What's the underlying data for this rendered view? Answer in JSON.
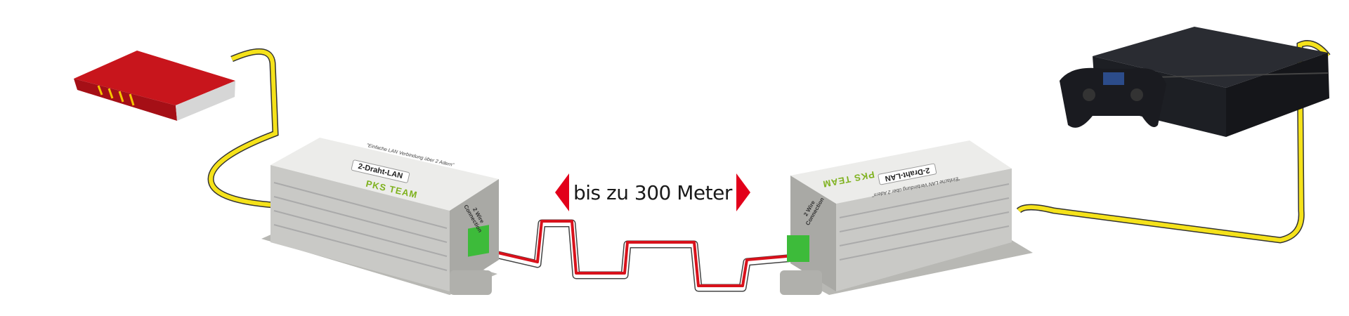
{
  "distance_label": "bis zu 300 Meter",
  "devices": {
    "left_adapter": {
      "title": "2-Draht-LAN",
      "subtitle": "\"Einfache LAN Verbindung über 2 Adern\"",
      "brand": "PKS TEAM",
      "port": "2 Wire Connection"
    },
    "right_adapter": {
      "title": "2-Draht-LAN",
      "subtitle": "\"Einfache LAN Verbindung über 2 Adern\"",
      "brand": "PKS TEAM",
      "port": "2 Wire Connection"
    }
  },
  "colors": {
    "arrow": "#e2001a",
    "lan_cable": "#f5e21a",
    "wire_red": "#d8111b",
    "router": "#c8151c",
    "housing": "#c9c9c6",
    "terminal": "#3dbb3a",
    "console": "#1d1f24"
  }
}
